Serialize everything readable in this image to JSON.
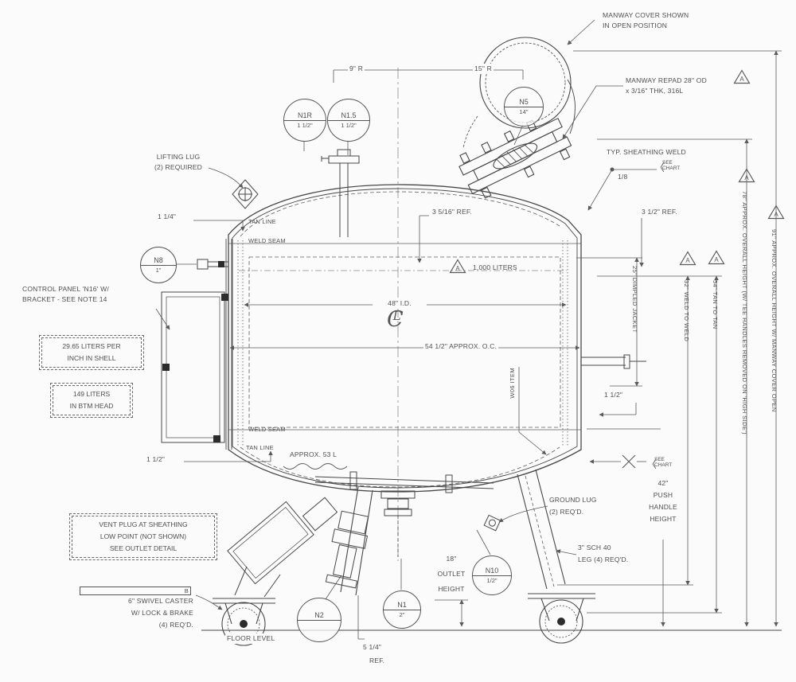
{
  "notes": {
    "manway_cover_1": "MANWAY COVER SHOWN",
    "manway_cover_2": "IN OPEN POSITION",
    "manway_repad_1": "MANWAY REPAD 28\" OD",
    "manway_repad_2": "x 3/16\" THK, 316L",
    "sheathing_weld": "TYP. SHEATHING WELD",
    "weld_size": "1/8",
    "see_1": "SEE",
    "see_2": "CHART",
    "lifting_1": "LIFTING LUG",
    "lifting_2": "(2) REQUIRED",
    "control_panel_1": "CONTROL PANEL 'N16' W/",
    "control_panel_2": "BRACKET - SEE NOTE 14",
    "shell_box_1": "29.65 LITERS PER",
    "shell_box_2": "INCH IN SHELL",
    "head_box_1": "149 LITERS",
    "head_box_2": "IN BTM HEAD",
    "vent_1": "VENT PLUG AT SHEATHING",
    "vent_2": "LOW POINT (NOT SHOWN)",
    "vent_3": "SEE OUTLET DETAIL",
    "caster_flag": "B",
    "caster_1": "6\" SWIVEL CASTER",
    "caster_2": "W/ LOCK & BRAKE",
    "caster_3": "(4) REQ'D.",
    "floor_level": "FLOOR LEVEL",
    "ground_1": "GROUND LUG",
    "ground_2": "(2) REQ'D.",
    "leg_1": "3\" SCH 40",
    "leg_2": "LEG (4) REQ'D.",
    "approx_53": "APPROX. 53 L",
    "liters_1000": "1,000 LITERS",
    "item_note": "W06 ITEM",
    "tan_line_top": "TAN LINE",
    "weld_seam_top": "WELD SEAM",
    "weld_seam_bottom": "WELD SEAM",
    "tan_line_bottom": "TAN LINE"
  },
  "dims": {
    "r9": "9\" R",
    "r15": "15\" R",
    "d114": "1 1/4\"",
    "d112_left": "1 1/2\"",
    "d112_right": "1 1/2\"",
    "ref_3516": "3 5/16\" REF.",
    "ref_312": "3 1/2\" REF.",
    "id48": "48\" I.D.",
    "oc": "54 1/2\" APPROX. O.C.",
    "ref_514_1": "5 1/4\"",
    "ref_514_2": "REF.",
    "outlet_1": "18\"",
    "outlet_2": "OUTLET",
    "outlet_3": "HEIGHT",
    "push_1": "42\"",
    "push_2": "PUSH",
    "push_3": "HANDLE",
    "push_4": "HEIGHT",
    "v25": "25\" DIMPLED JACKET",
    "v32": "32\" WELD TO WELD",
    "v54": "54\" TAN TO TAN",
    "v78": "78\" APPROX. OVERALL HEIGHT (W/ TEE HANDLES REMOVED ON 'HIGH SIDE')",
    "v91": "91\" APPROX. OVERALL HEIGHT W/ MANWAY COVER OPEN"
  },
  "nozzles": {
    "n1r": {
      "tag": "N1R",
      "size": "1 1/2\""
    },
    "n15": {
      "tag": "N1.5",
      "size": "1 1/2\""
    },
    "n5": {
      "tag": "N5",
      "size": "14\""
    },
    "n8": {
      "tag": "N8",
      "size": "1\""
    },
    "n2": {
      "tag": "N2",
      "size": ""
    },
    "n1": {
      "tag": "N1",
      "size": "2\""
    },
    "n10": {
      "tag": "N10",
      "size": "1/2\""
    }
  },
  "flags": {
    "letter": "A"
  },
  "sym": {
    "c": "C",
    "l": "L",
    "bracket": "〈"
  }
}
